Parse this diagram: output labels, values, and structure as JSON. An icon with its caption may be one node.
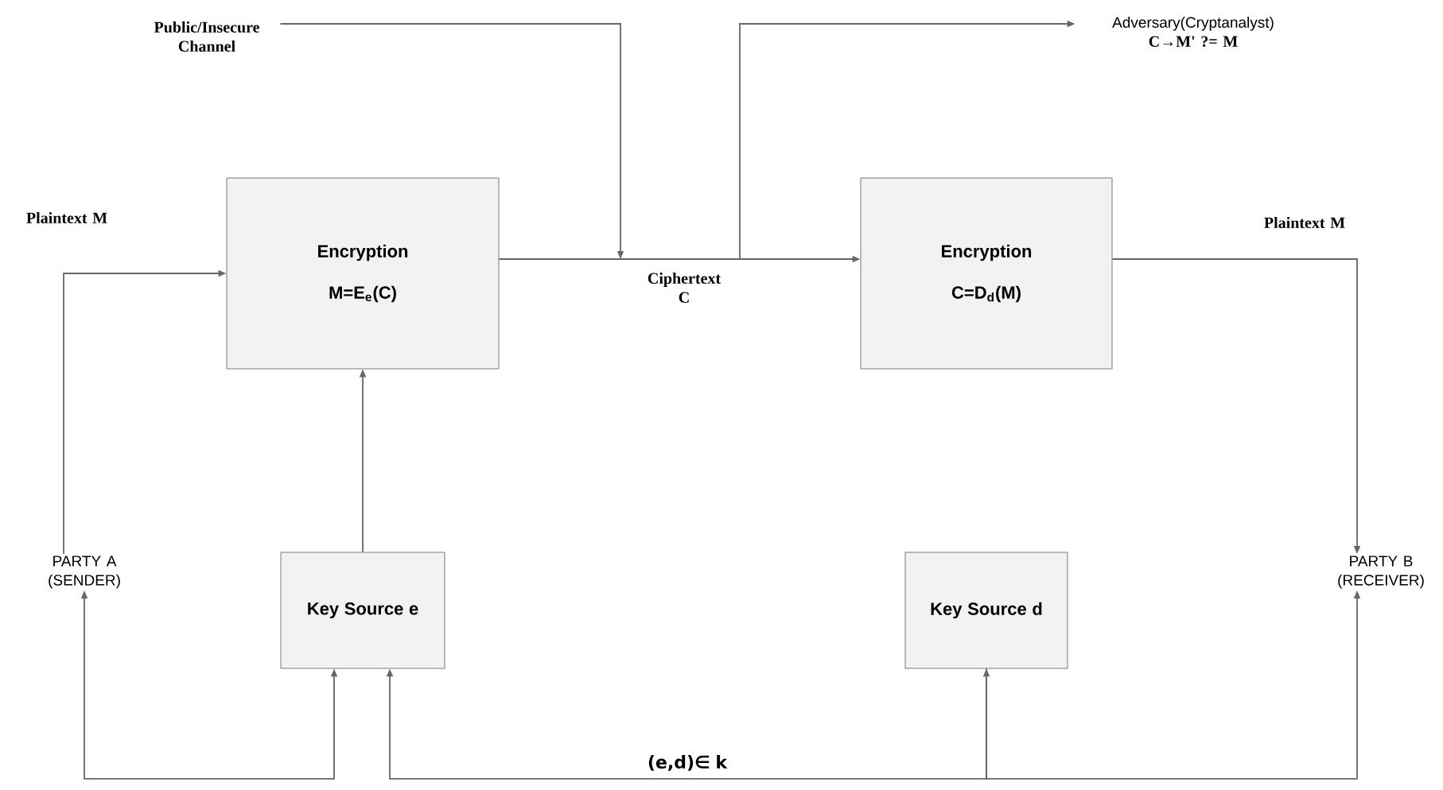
{
  "diagram": {
    "nodes": [
      {
        "text": [
          "Encryption",
          "M=E$_{e}$(C)"
        ]
      },
      {
        "text": [
          "Encryption",
          "C=D$_{d}$(M)"
        ]
      },
      {
        "text": [
          "Key Source e"
        ]
      },
      {
        "text": [
          "Key Source d"
        ]
      },
      {
        "text": [
          "PARTY A (SENDER)"
        ]
      },
      {
        "text": [
          "PARTY B (RECEIVER)"
        ]
      },
      {
        "text": [
          "Public/Insecure Channel"
        ]
      },
      {
        "text": [
          "Adversary(Cryptanalyst)",
          "C→M' ?= M"
        ]
      }
    ],
    "edges": [
      {
        "from": 4,
        "to": 0,
        "arrow": "to",
        "label": "Plaintext M"
      },
      {
        "from": 2,
        "to": 0,
        "arrow": "to"
      },
      {
        "from": 0,
        "to": 1,
        "arrow": "to",
        "label": "Ciphertext C"
      },
      {
        "from": 6,
        "to": null,
        "arrow": "to"
      },
      {
        "from": null,
        "to": 7,
        "arrow": "to"
      },
      {
        "from": 1,
        "to": 5,
        "arrow": "to",
        "label": "Plaintext M"
      },
      {
        "from": 4,
        "to": 2,
        "arrow": "both"
      },
      {
        "from": 2,
        "to": 3,
        "arrow": "both",
        "label": "(e,d)∈ k"
      },
      {
        "from": 3,
        "to": 5,
        "arrow": "to"
      }
    ]
  }
}
